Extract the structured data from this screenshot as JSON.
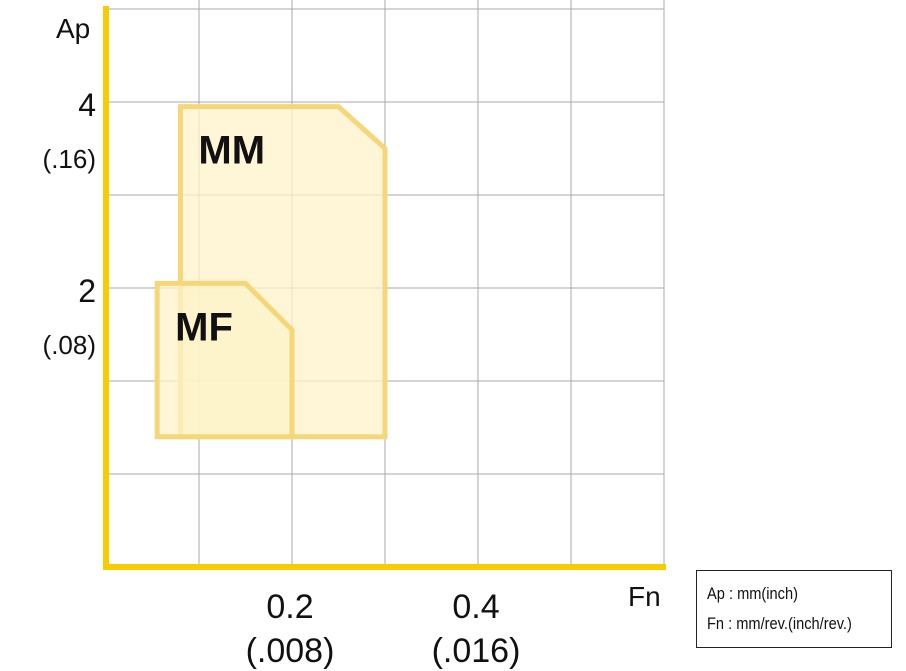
{
  "chart_data": {
    "type": "area",
    "xlabel": "Fn",
    "ylabel": "Ap",
    "xlim": [
      0,
      0.6
    ],
    "ylim": [
      -1,
      6
    ],
    "x_ticks": [
      {
        "value": 0.2,
        "label": "0.2",
        "sublabel": "(.008)"
      },
      {
        "value": 0.4,
        "label": "0.4",
        "sublabel": "(.016)"
      }
    ],
    "y_ticks": [
      {
        "value": 2,
        "label": "2",
        "sublabel": "(.08)"
      },
      {
        "value": 4,
        "label": "4",
        "sublabel": "(.16)"
      }
    ],
    "grid": true,
    "grid_step_x": 0.1,
    "grid_step_y": 1,
    "regions": [
      {
        "name": "MM",
        "polygon": [
          [
            0.08,
            0.4
          ],
          [
            0.08,
            3.95
          ],
          [
            0.25,
            3.95
          ],
          [
            0.3,
            3.5
          ],
          [
            0.3,
            0.4
          ]
        ]
      },
      {
        "name": "MF",
        "polygon": [
          [
            0.055,
            0.4
          ],
          [
            0.055,
            2.05
          ],
          [
            0.15,
            2.05
          ],
          [
            0.2,
            1.55
          ],
          [
            0.2,
            0.4
          ]
        ]
      }
    ],
    "colors": {
      "axis": "#f7cd00",
      "region_fill": "#fdf3c8",
      "region_stroke": "#f5d77a",
      "grid": "#aaaaaa"
    }
  },
  "legend": {
    "line1": "Ap : mm(inch)",
    "line2": "Fn :  mm/rev.(inch/rev.)"
  }
}
